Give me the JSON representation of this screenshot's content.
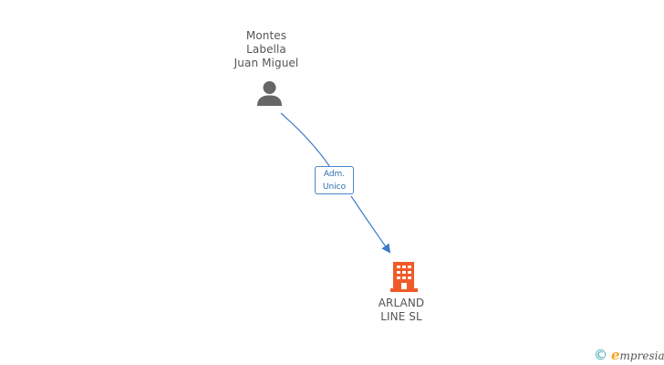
{
  "nodes": {
    "person": {
      "name_lines": [
        "Montes",
        "Labella",
        "Juan Miguel"
      ],
      "icon": "person-icon",
      "color": "#666666"
    },
    "company": {
      "name_lines": [
        "ARLAND",
        "LINE SL"
      ],
      "icon": "building-icon",
      "color": "#f05a28"
    }
  },
  "edge": {
    "from": "person",
    "to": "company",
    "role_lines": [
      "Adm.",
      "Unico"
    ],
    "color": "#3d7cc9"
  },
  "brand": {
    "symbol": "©",
    "initial": "e",
    "rest": "mpresia",
    "initial_color": "#f5a623"
  }
}
